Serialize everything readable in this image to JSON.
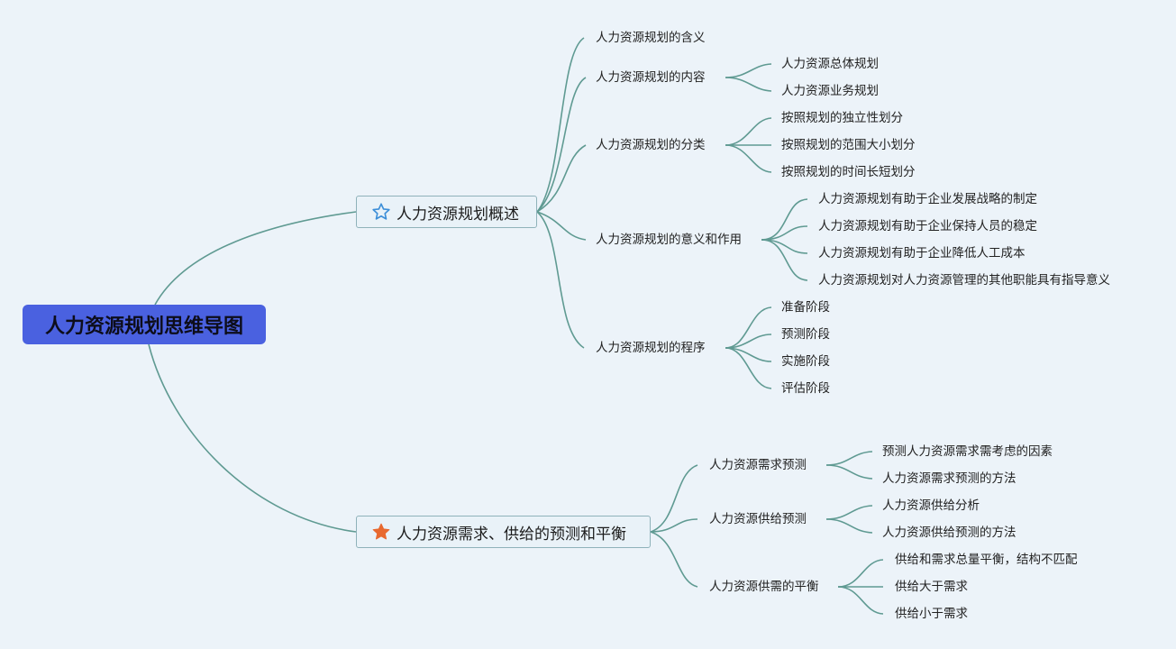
{
  "root": "人力资源规划思维导图",
  "branch1": {
    "label": "人力资源规划概述",
    "icon": "star-outline-icon",
    "children": [
      {
        "label": "人力资源规划的含义"
      },
      {
        "label": "人力资源规划的内容",
        "children": [
          "人力资源总体规划",
          "人力资源业务规划"
        ]
      },
      {
        "label": "人力资源规划的分类",
        "children": [
          "按照规划的独立性划分",
          "按照规划的范围大小划分",
          "按照规划的时间长短划分"
        ]
      },
      {
        "label": "人力资源规划的意义和作用",
        "children": [
          "人力资源规划有助于企业发展战略的制定",
          "人力资源规划有助于企业保持人员的稳定",
          "人力资源规划有助于企业降低人工成本",
          "人力资源规划对人力资源管理的其他职能具有指导意义"
        ]
      },
      {
        "label": "人力资源规划的程序",
        "children": [
          "准备阶段",
          "预测阶段",
          "实施阶段",
          "评估阶段"
        ]
      }
    ]
  },
  "branch2": {
    "label": "人力资源需求、供给的预测和平衡",
    "icon": "star-filled-icon",
    "children": [
      {
        "label": "人力资源需求预测",
        "children": [
          "预测人力资源需求需考虑的因素",
          "人力资源需求预测的方法"
        ]
      },
      {
        "label": "人力资源供给预测",
        "children": [
          "人力资源供给分析",
          "人力资源供给预测的方法"
        ]
      },
      {
        "label": "人力资源供需的平衡",
        "children": [
          "供给和需求总量平衡，结构不匹配",
          "供给大于需求",
          "供给小于需求"
        ]
      }
    ]
  },
  "colors": {
    "background": "#ecf3f9",
    "root_fill": "#4a61e0",
    "connector": "#5f9a92",
    "star_outline": "#3d8fd8",
    "star_filled": "#e8692f"
  }
}
